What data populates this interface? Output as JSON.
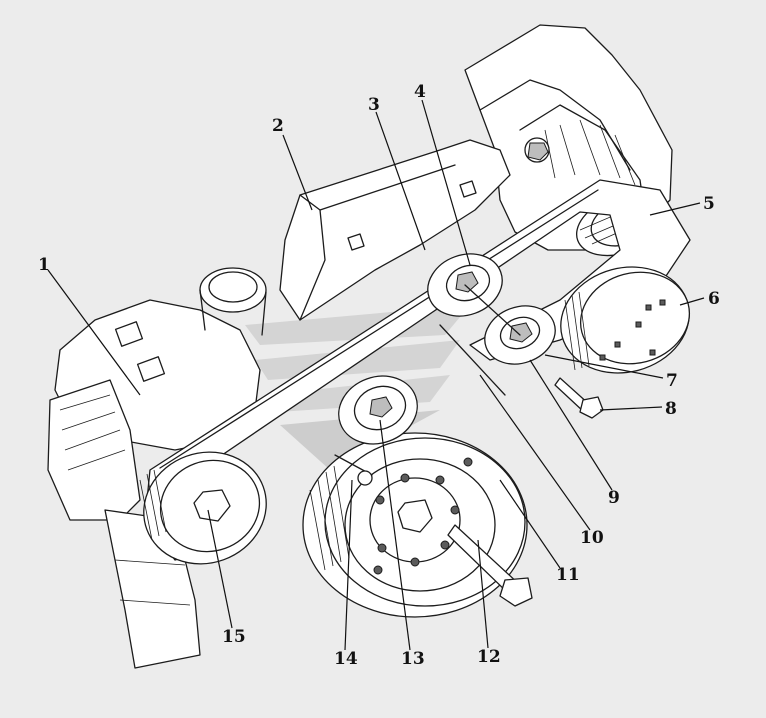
{
  "diagram": {
    "callouts": [
      "1",
      "2",
      "3",
      "4",
      "5",
      "6",
      "7",
      "8",
      "9",
      "10",
      "11",
      "12",
      "13",
      "14",
      "15"
    ]
  }
}
